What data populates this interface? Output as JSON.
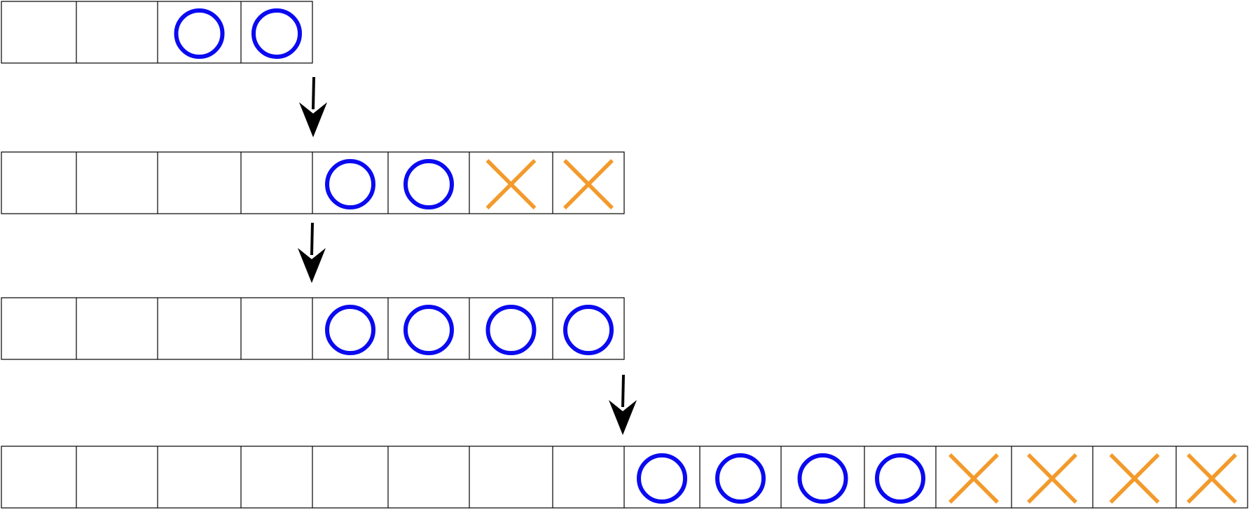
{
  "colors": {
    "circle": "#0a0af0",
    "cross": "#f39a2b",
    "grid": "#000000",
    "arrow": "#000000",
    "background": "#ffffff"
  },
  "symbols": {
    "circle": "circle-icon",
    "cross": "cross-icon"
  },
  "rows": [
    {
      "cells": [
        "empty",
        "empty",
        "circle",
        "circle"
      ]
    },
    {
      "cells": [
        "empty",
        "empty",
        "empty",
        "empty",
        "circle",
        "circle",
        "cross",
        "cross"
      ]
    },
    {
      "cells": [
        "empty",
        "empty",
        "empty",
        "empty",
        "circle",
        "circle",
        "circle",
        "circle"
      ]
    },
    {
      "cells": [
        "empty",
        "empty",
        "empty",
        "empty",
        "empty",
        "empty",
        "empty",
        "empty",
        "circle",
        "circle",
        "circle",
        "circle",
        "cross",
        "cross",
        "cross",
        "cross"
      ]
    }
  ],
  "transitions": [
    {
      "from_row": 0,
      "to_row": 1
    },
    {
      "from_row": 1,
      "to_row": 2
    },
    {
      "from_row": 2,
      "to_row": 3
    }
  ]
}
